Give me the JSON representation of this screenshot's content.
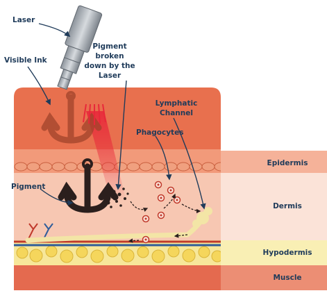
{
  "labels": {
    "laser": "Laser",
    "visible_ink": "Visible Ink",
    "pigment_broken": [
      "Pigment",
      "broken",
      "down by the",
      "Laser"
    ],
    "lymphatic_channel": [
      "Lymphatic",
      "Channel"
    ],
    "phagocytes": "Phagocytes",
    "pigment": "Pigment"
  },
  "layers": {
    "epidermis": "Epidermis",
    "dermis": "Dermis",
    "hypodermis": "Hypodermis",
    "muscle": "Muscle"
  },
  "colors": {
    "label_text": "#1f3b5a",
    "skin_top": "#e8704e",
    "epidermis": "#f3a487",
    "dermis": "#f8d3c3",
    "hypodermis": "#f9efb4",
    "muscle": "#e46a4f",
    "ink": "#2b1f1d",
    "laser_beam": "#e8283a"
  }
}
